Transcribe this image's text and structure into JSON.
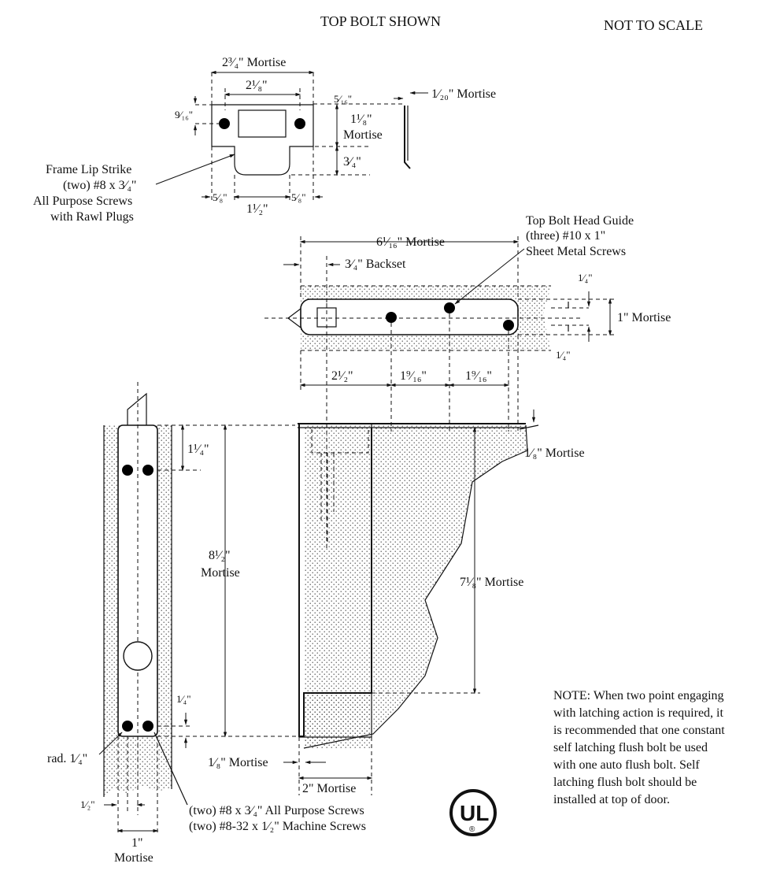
{
  "header": {
    "view_title": "TOP BOLT SHOWN",
    "scale_note": "NOT TO SCALE"
  },
  "strike": {
    "overall_width": "2³⁄₄\" Mortise",
    "slot_width": "2¹⁄₈\"",
    "edge_offset": "5⁄₁₆\"",
    "lip_depth": "1⁄₂₀\" Mortise",
    "top_offset": "9⁄₁₆\"",
    "height": "1¹⁄₈\"",
    "height_sub": "Mortise",
    "tab_depth": "3⁄₄\"",
    "left_margin": "5⁄₈\"",
    "right_margin": "5⁄₈\"",
    "tab_width": "1¹⁄₂\"",
    "label_lines": [
      "Frame Lip Strike",
      "(two) #8 x 3⁄₄\"",
      "All Purpose Screws",
      "with Rawl Plugs"
    ]
  },
  "head_guide": {
    "length": "6¹⁄₁₆\" Mortise",
    "backset": "3⁄₄\" Backset",
    "label_lines": [
      "Top Bolt Head Guide",
      "(three) #10 x 1\"",
      "Sheet Metal Screws"
    ],
    "top_edge": "1⁄₄\"",
    "bottom_edge": "1⁄₄\"",
    "width": "1\" Mortise",
    "spacing": [
      "2¹⁄₂\"",
      "1⁹⁄₁₆\"",
      "1⁹⁄₁₆\""
    ]
  },
  "bolt_front": {
    "top_offset": "1¹⁄₄\"",
    "length": "8¹⁄₂\"",
    "length_sub": "Mortise",
    "bottom_offset": "1⁄₄\"",
    "radius": "rad. 1⁄₄\"",
    "half_width": "1⁄₂\"",
    "width": "1\"",
    "width_sub": "Mortise",
    "screw_lines": [
      "(two) #8 x 3⁄₄\" All Purpose Screws",
      "(two) #8-32 x 1⁄₂\" Machine Screws"
    ]
  },
  "bolt_side": {
    "lip_depth": "1⁄₈\" Mortise",
    "cut_depth": "7¹⁄₈\" Mortise",
    "plate_depth": "1⁄₈\" Mortise",
    "width": "2\" Mortise"
  },
  "note": {
    "lines": [
      "NOTE:  When two point engaging",
      "with latching action is required, it",
      "is recommended that one constant",
      "self latching flush bolt be used",
      "with one auto flush bolt. Self",
      "latching flush bolt should be",
      "installed at top of door."
    ]
  },
  "logo": {
    "text": "UL",
    "mark": "®"
  }
}
